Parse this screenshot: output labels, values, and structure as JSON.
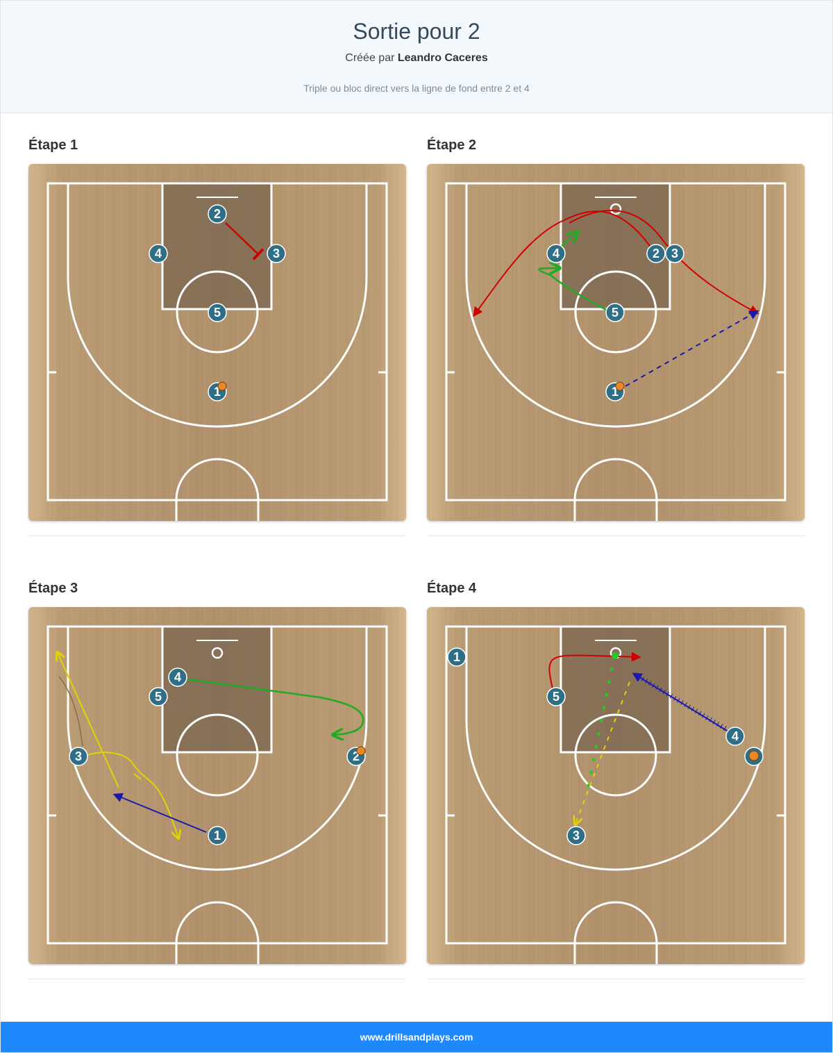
{
  "header": {
    "title": "Sortie pour 2",
    "author_prefix": "Créée par",
    "author_name": "Leandro Caceres",
    "description": "Triple ou bloc direct vers la ligne de fond entre 2 et 4"
  },
  "colors": {
    "header_bg": "#f3f8fc",
    "player_fill": "#2e6e86",
    "court_wood": "#b99870",
    "paint": "#7d6a55",
    "footer_bg": "#1e88ff",
    "red": "#d00000",
    "green": "#22aa22",
    "blue": "#1a1aaa",
    "yellow": "#e2d400"
  },
  "steps": [
    {
      "title": "Étape 1",
      "players": [
        "2",
        "4",
        "3",
        "5",
        "1"
      ],
      "ball_holder": "1"
    },
    {
      "title": "Étape 2",
      "players": [
        "4",
        "2",
        "3",
        "5",
        "1"
      ],
      "ball_holder": "1"
    },
    {
      "title": "Étape 3",
      "players": [
        "4",
        "5",
        "3",
        "2",
        "1"
      ],
      "ball_holder": "2"
    },
    {
      "title": "Étape 4",
      "players": [
        "1",
        "5",
        "4",
        "3"
      ],
      "ball_holder": "4"
    }
  ],
  "footer": {
    "text": "www.drillsandplays.com"
  }
}
